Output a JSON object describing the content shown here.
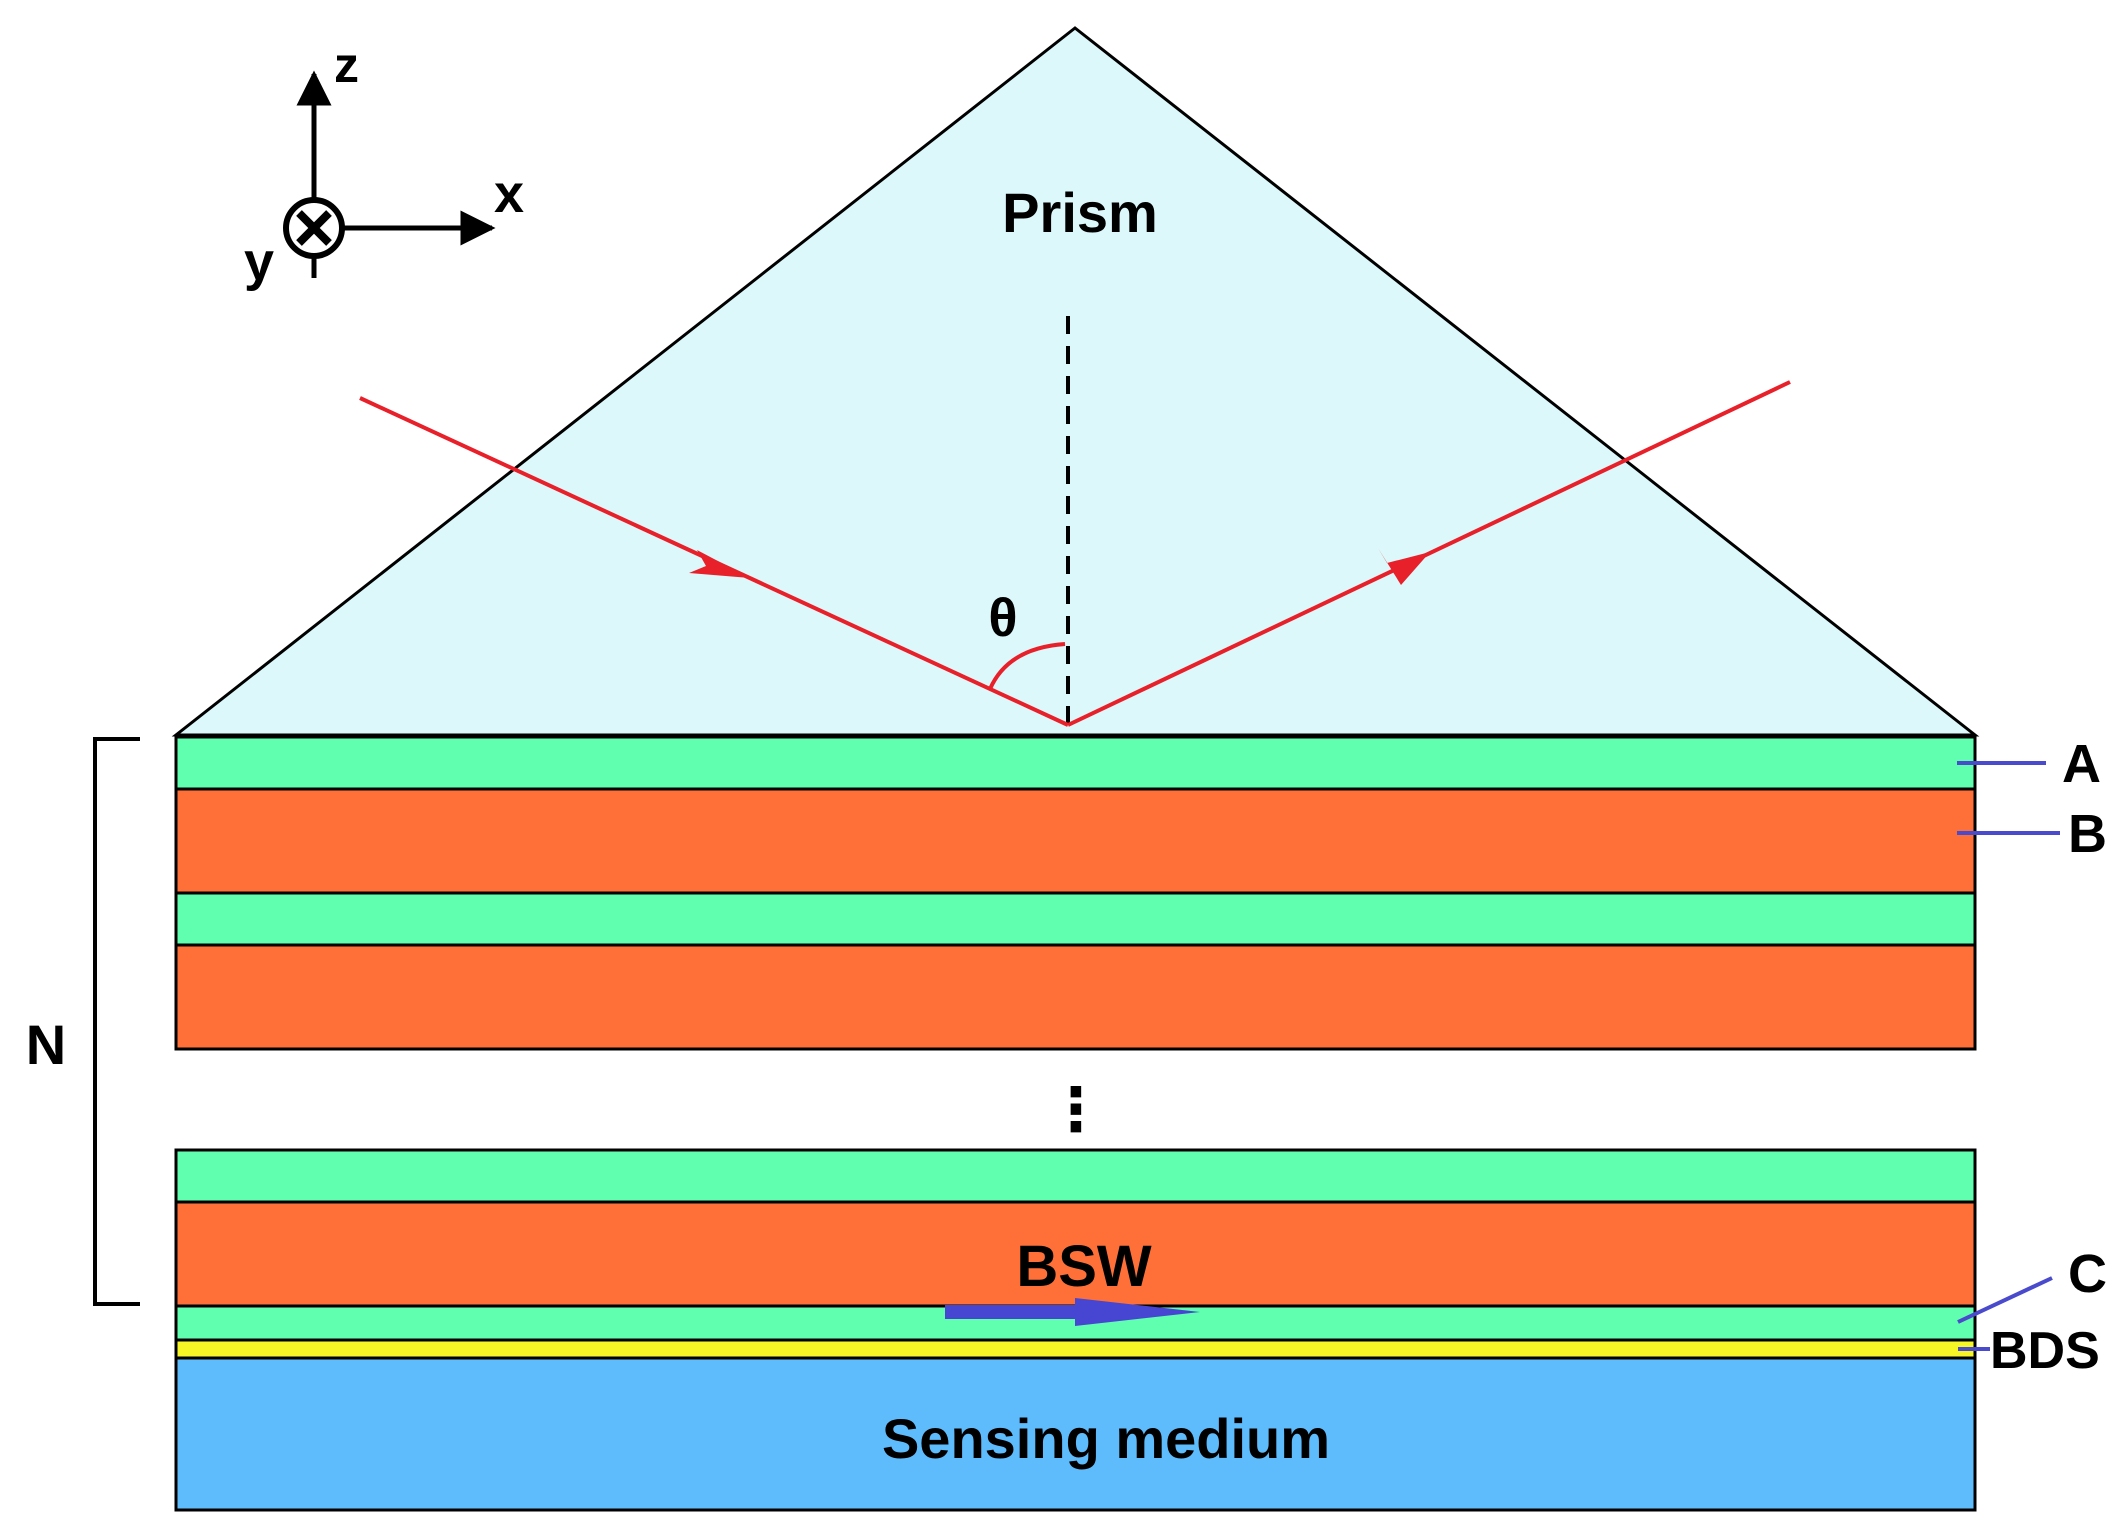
{
  "axes": {
    "z_label": "z",
    "x_label": "x",
    "y_label": "y"
  },
  "prism": {
    "label": "Prism"
  },
  "angle": {
    "label": "θ"
  },
  "layers": {
    "a_label": "A",
    "b_label": "B",
    "c_label": "C",
    "bds_label": "BDS",
    "n_label": "N",
    "ellipsis": "⋮"
  },
  "bsw": {
    "label": "BSW"
  },
  "sensing": {
    "label": "Sensing medium"
  },
  "colors": {
    "prism_fill": "#dcf8fb",
    "layer_a": "#60ffb0",
    "layer_b": "#ff7038",
    "bds": "#f6f626",
    "sensing": "#5ebcfc",
    "ray": "#e8202a",
    "bsw": "#4646d2",
    "pointer": "#4a4acc"
  }
}
